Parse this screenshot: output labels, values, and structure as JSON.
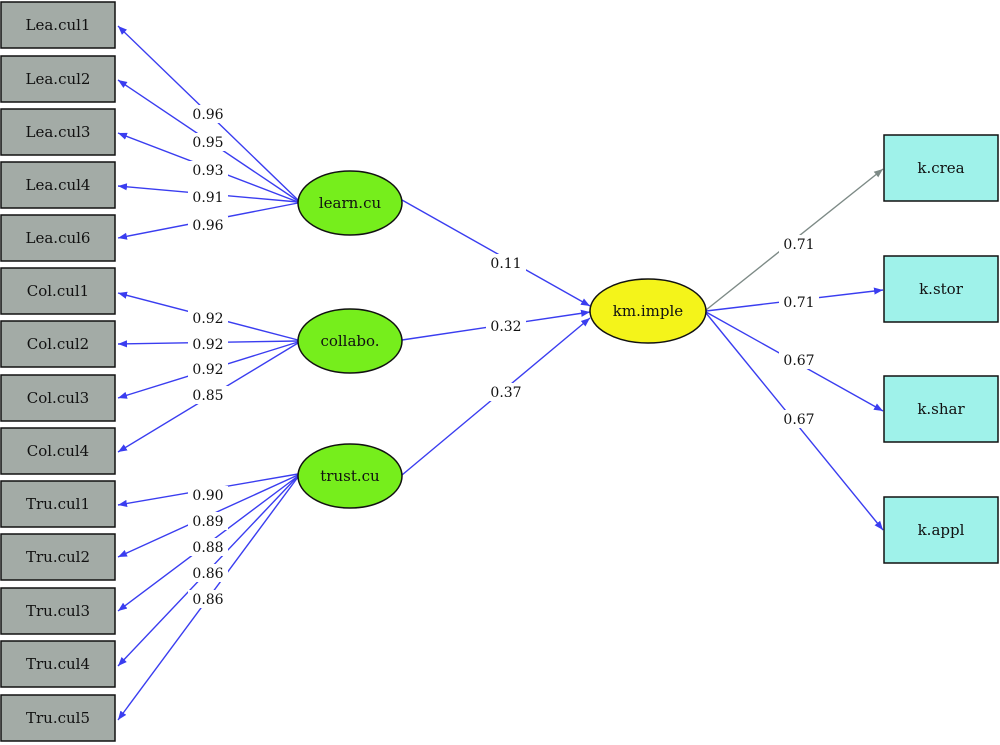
{
  "colors": {
    "background": "#ffffff",
    "indicator_fill": "#a3aba6",
    "outcome_fill": "#9ff2ea",
    "latent_fill": "#76ee1c",
    "central_fill": "#f4f41a",
    "arrow": "#3a3df0",
    "arrow_gray": "#7d8a86",
    "stroke": "#111111"
  },
  "latents": {
    "learn": "learn.cu",
    "collab": "collabo.",
    "trust": "trust.cu",
    "km": "km.imple"
  },
  "indicators": {
    "lea1": "Lea.cul1",
    "lea2": "Lea.cul2",
    "lea3": "Lea.cul3",
    "lea4": "Lea.cul4",
    "lea6": "Lea.cul6",
    "col1": "Col.cul1",
    "col2": "Col.cul2",
    "col3": "Col.cul3",
    "col4": "Col.cul4",
    "tru1": "Tru.cul1",
    "tru2": "Tru.cul2",
    "tru3": "Tru.cul3",
    "tru4": "Tru.cul4",
    "tru5": "Tru.cul5"
  },
  "outcomes": {
    "crea": "k.crea",
    "stor": "k.stor",
    "shar": "k.shar",
    "appl": "k.appl"
  },
  "loadings": {
    "lea1": "0.96",
    "lea2": "0.95",
    "lea3": "0.93",
    "lea4": "0.91",
    "lea6": "0.96",
    "col1": "0.92",
    "col2": "0.92",
    "col3": "0.92",
    "col4": "0.85",
    "tru1": "0.90",
    "tru2": "0.89",
    "tru3": "0.88",
    "tru4": "0.86",
    "tru5": "0.86"
  },
  "paths": {
    "learn_km": "0.11",
    "collab_km": "0.32",
    "trust_km": "0.37"
  },
  "outcome_loadings": {
    "crea": "0.71",
    "stor": "0.71",
    "shar": "0.67",
    "appl": "0.67"
  }
}
